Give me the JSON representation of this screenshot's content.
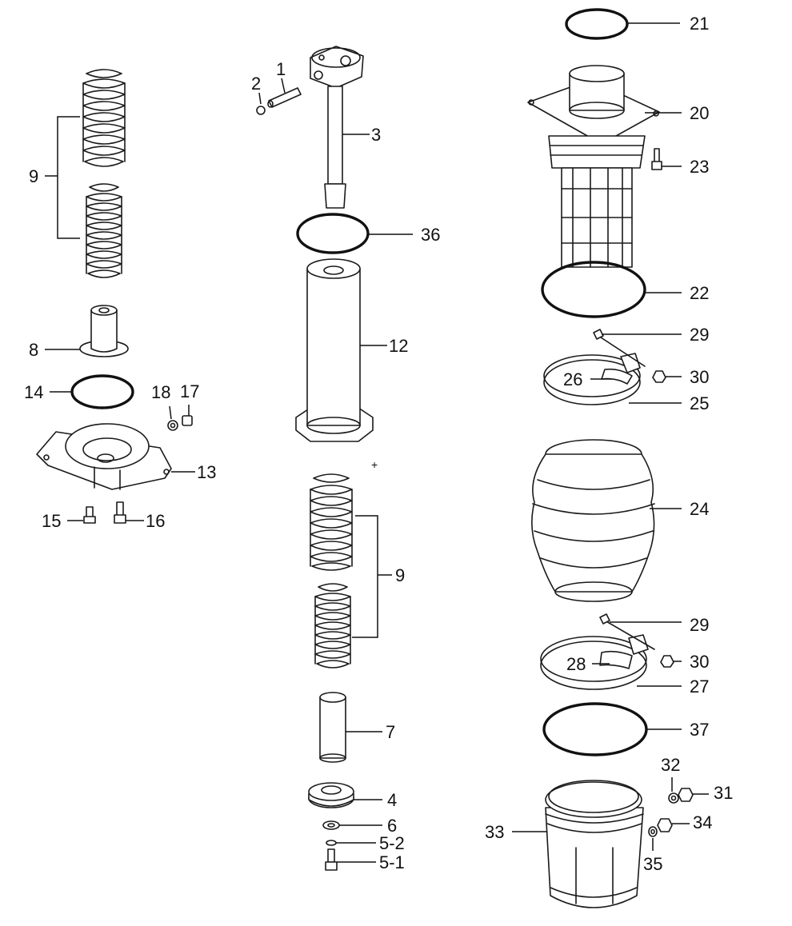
{
  "callouts": {
    "c1": "1",
    "c2": "2",
    "c3": "3",
    "c4": "4",
    "c5_1": "5-1",
    "c5_2": "5-2",
    "c6": "6",
    "c7": "7",
    "c8": "8",
    "c9_left": "9",
    "c9_center": "9",
    "c12": "12",
    "c13": "13",
    "c14": "14",
    "c15": "15",
    "c16": "16",
    "c17": "17",
    "c18": "18",
    "c20": "20",
    "c21": "21",
    "c22": "22",
    "c23": "23",
    "c24": "24",
    "c25": "25",
    "c26": "26",
    "c27": "27",
    "c28": "28",
    "c29_top": "29",
    "c29_bottom": "29",
    "c30_top": "30",
    "c30_bottom": "30",
    "c31": "31",
    "c32": "32",
    "c33": "33",
    "c34": "34",
    "c35": "35",
    "c36": "36",
    "c37": "37"
  },
  "marker": "+"
}
